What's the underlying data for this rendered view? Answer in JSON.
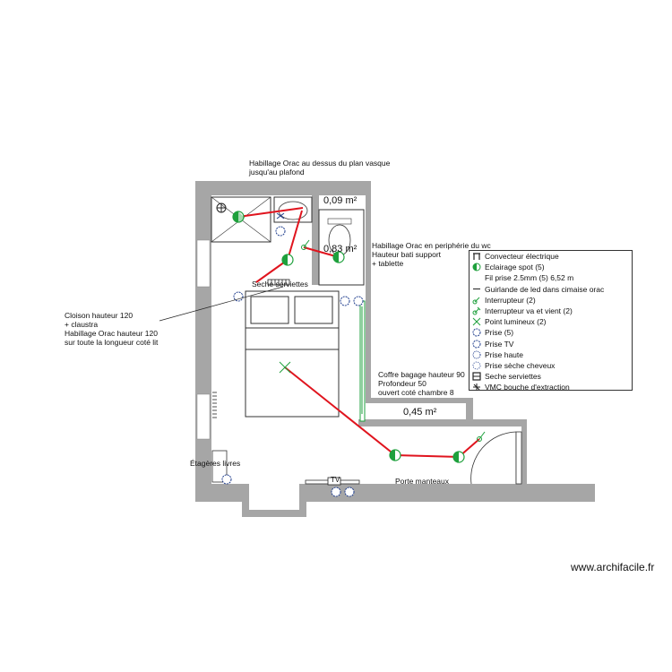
{
  "annotations": {
    "vasque_note": [
      "Habillage Orac au dessus du plan vasque",
      "jusqu'au plafond"
    ],
    "wc_note": [
      "Habillage Orac en periphérie du wc",
      "Hauteur bati support",
      "+ tablette"
    ],
    "cloison_note": [
      "Cloison hauteur 120",
      "+ claustra",
      "Habillage Orac hauteur 120",
      "sur toute la longueur coté lit"
    ],
    "coffre_note": [
      "Coffre bagage hauteur 90",
      "Profondeur 50",
      "ouvert coté chambre 8"
    ],
    "seche_label": "Seche serviettes",
    "etageres_label": "Étagères livres",
    "porte_manteaux_label": "Porte manteaux",
    "tv_label": "TV"
  },
  "areas": {
    "shower": "0,09 m²",
    "wc": "0,83 m²",
    "coffre": "0,45 m²"
  },
  "legend": {
    "items": [
      {
        "icon": "convector-icon",
        "label": "Convecteur électrique"
      },
      {
        "icon": "spot-light-icon",
        "label": "Eclairage spot (5)"
      },
      {
        "icon": "wire-icon",
        "label": "Fil prise 2.5mm (5) 6,52 m"
      },
      {
        "icon": "led-strip-icon",
        "label": "Guirlande de led dans cimaise orac"
      },
      {
        "icon": "switch-icon",
        "label": "Interrupteur (2)"
      },
      {
        "icon": "two-way-switch-icon",
        "label": "Interrupteur va et vient (2)"
      },
      {
        "icon": "light-point-icon",
        "label": "Point lumineux (2)"
      },
      {
        "icon": "outlet-icon",
        "label": "Prise (5)"
      },
      {
        "icon": "tv-outlet-icon",
        "label": "Prise TV"
      },
      {
        "icon": "high-outlet-icon",
        "label": "Prise haute"
      },
      {
        "icon": "hairdryer-outlet-icon",
        "label": "Prise sèche cheveux"
      },
      {
        "icon": "towel-dryer-icon",
        "label": "Seche serviettes"
      },
      {
        "icon": "vmc-icon",
        "label": "VMC bouche d'extraction"
      }
    ]
  },
  "colors": {
    "wall": "#a6a6a6",
    "wire": "#e0141e",
    "fixture_green": "#1ea03c",
    "outlet_blue": "#1e3c8c"
  },
  "watermark": "www.archifacile.fr"
}
